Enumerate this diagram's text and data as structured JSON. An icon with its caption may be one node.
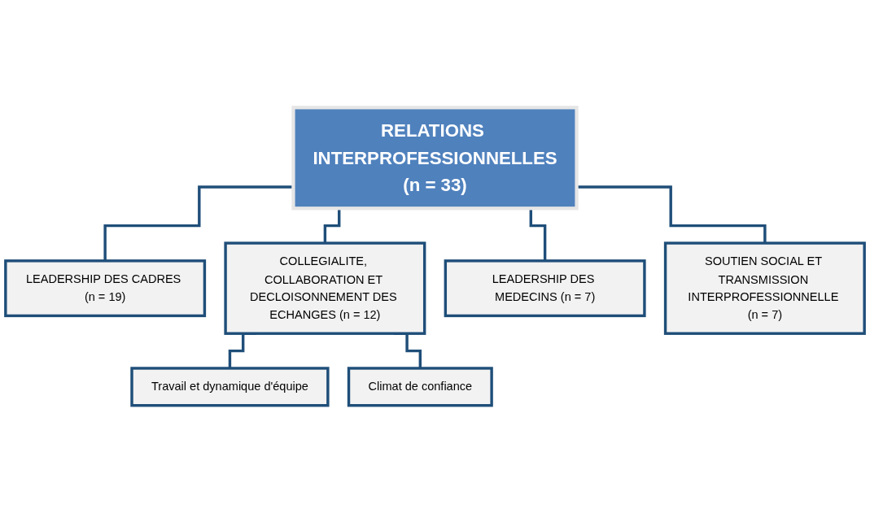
{
  "diagram": {
    "nodes": [
      {
        "text": [
          "RELATIONS INTERPROFESSIONNELLES",
          "(n = 33)"
        ]
      },
      {
        "text": [
          "LEADERSHIP DES CADRES (n = 19)"
        ]
      },
      {
        "text": [
          "COLLEGIALITE, COLLABORATION ET DECLOISONNEMENT DES ECHANGES (n = 12)"
        ]
      },
      {
        "text": [
          "LEADERSHIP DES MEDECINS (n = 7)"
        ]
      },
      {
        "text": [
          "SOUTIEN SOCIAL ET TRANSMISSION INTERPROFESSIONNELLE (n = 7)"
        ]
      },
      {
        "text": [
          "Travail et dynamique d'équipe"
        ]
      },
      {
        "text": [
          "Climat de confiance"
        ]
      }
    ],
    "edges": [
      {
        "from": 0,
        "to": 1,
        "arrow": "none"
      },
      {
        "from": 0,
        "to": 2,
        "arrow": "none"
      },
      {
        "from": 0,
        "to": 3,
        "arrow": "none"
      },
      {
        "from": 0,
        "to": 4,
        "arrow": "none"
      },
      {
        "from": 2,
        "to": 5,
        "arrow": "none"
      },
      {
        "from": 2,
        "to": 6,
        "arrow": "none"
      }
    ]
  }
}
